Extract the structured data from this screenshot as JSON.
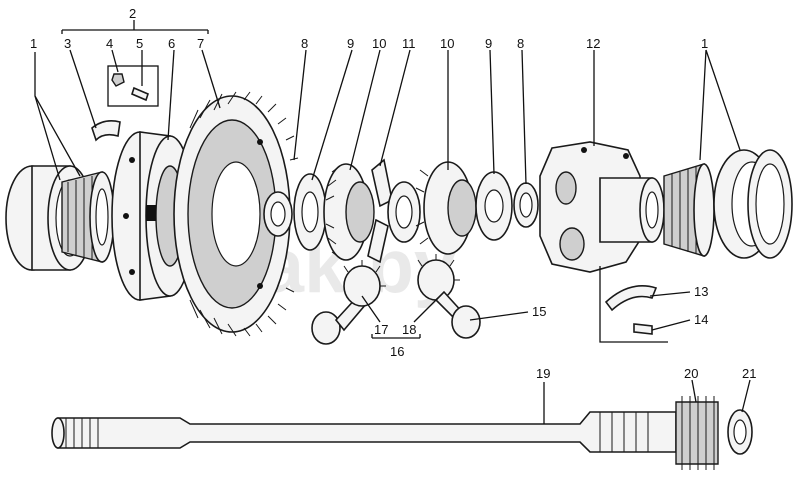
{
  "figure": {
    "watermark": "Trak.by",
    "callouts": [
      "1",
      "2",
      "3",
      "4",
      "5",
      "6",
      "7",
      "8",
      "9",
      "10",
      "11",
      "10",
      "9",
      "8",
      "12",
      "1",
      "13",
      "14",
      "15",
      "16",
      "17",
      "18",
      "19",
      "20",
      "21"
    ]
  }
}
